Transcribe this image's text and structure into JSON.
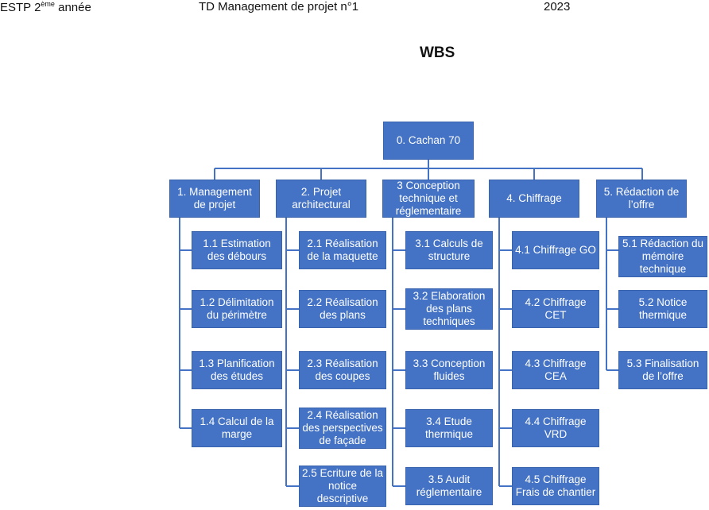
{
  "header": {
    "school": "ESTP 2",
    "school_sup": "ème",
    "school_suffix": " année",
    "course": "TD Management de projet n°1",
    "year": "2023"
  },
  "title": "WBS",
  "wbs": {
    "root": "0. Cachan 70",
    "branches": [
      {
        "label": "1. Management de projet",
        "children": [
          "1.1 Estimation des débours",
          "1.2 Délimitation du périmètre",
          "1.3 Planification des études",
          "1.4 Calcul de la marge"
        ]
      },
      {
        "label": "2. Projet architectural",
        "children": [
          "2.1 Réalisation de la maquette",
          "2.2 Réalisation des plans",
          "2.3 Réalisation des coupes",
          "2.4 Réalisation des perspectives de façade",
          "2.5 Ecriture de la notice descriptive"
        ]
      },
      {
        "label": "3 Conception technique et réglementaire",
        "children": [
          "3.1 Calculs de structure",
          "3.2 Elaboration des plans techniques",
          "3.3 Conception fluides",
          "3.4 Etude thermique",
          "3.5 Audit réglementaire"
        ]
      },
      {
        "label": "4. Chiffrage",
        "children": [
          "4.1 Chiffrage GO",
          "4.2 Chiffrage CET",
          "4.3 Chiffrage CEA",
          "4.4 Chiffrage VRD",
          "4.5 Chiffrage Frais de chantier"
        ]
      },
      {
        "label": "5. Rédaction de l’offre",
        "children": [
          "5.1 Rédaction du mémoire technique",
          "5.2 Notice thermique",
          "5.3 Finalisation de l’offre"
        ]
      }
    ]
  },
  "colors": {
    "box": "#4472c4",
    "line": "#4472c4",
    "text": "#ffffff"
  }
}
